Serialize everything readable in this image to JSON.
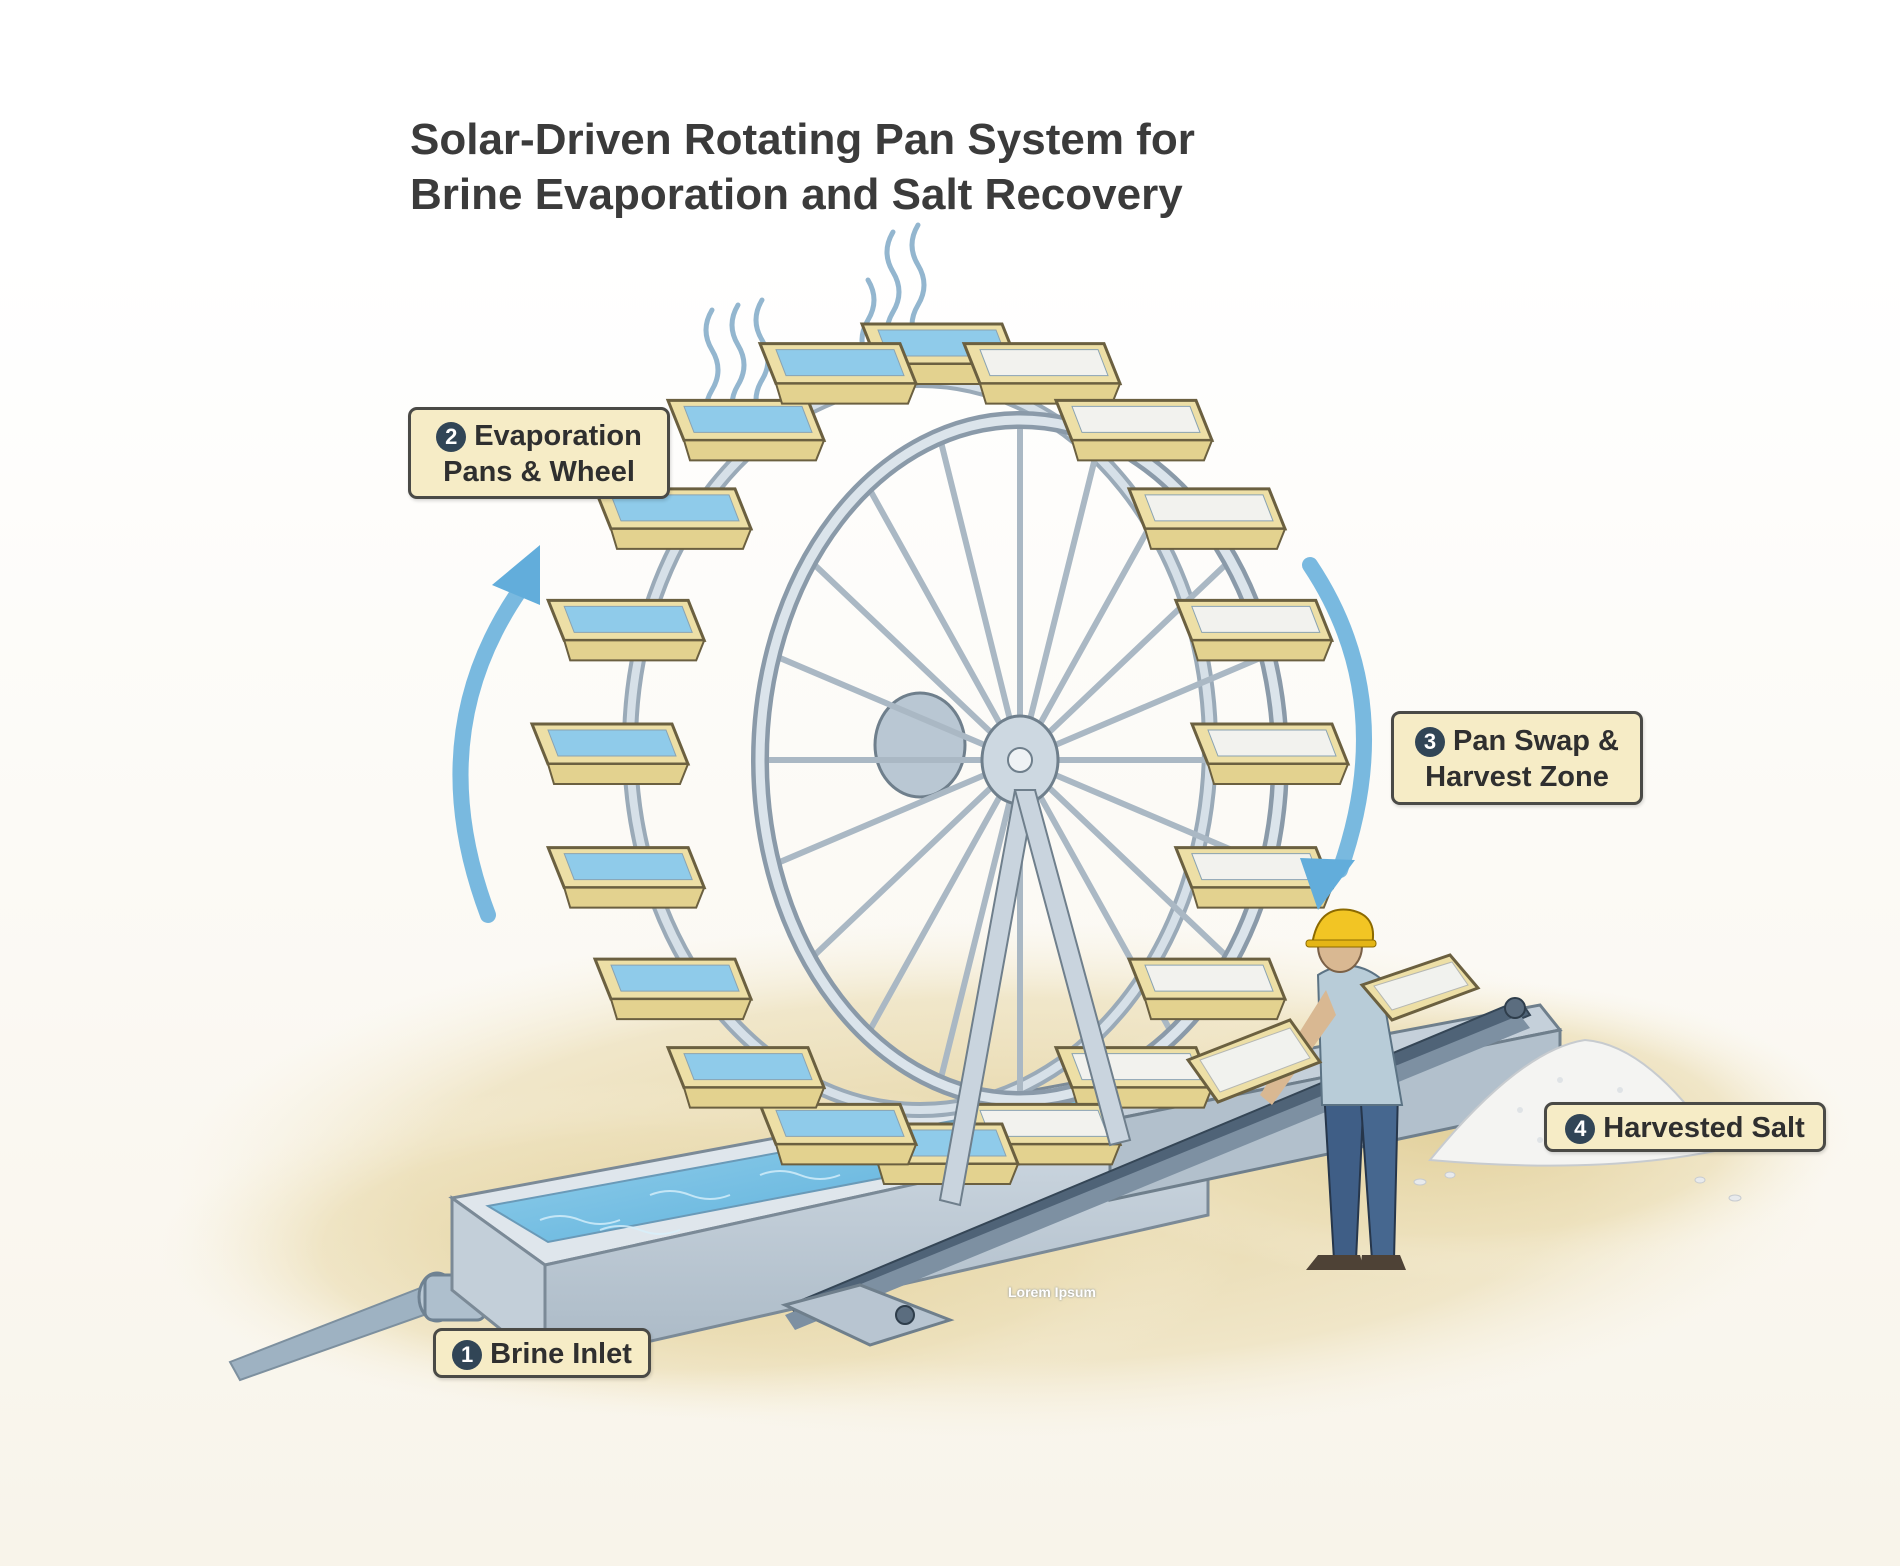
{
  "title": {
    "line1": "Solar-Driven Rotating Pan System for",
    "line2": "Brine Evaporation and Salt Recovery"
  },
  "callouts": [
    {
      "number": "1",
      "lines": [
        "Brine Inlet"
      ]
    },
    {
      "number": "2",
      "lines": [
        "Evaporation",
        "Pans & Wheel"
      ]
    },
    {
      "number": "3",
      "lines": [
        "Pan Swap &",
        "Harvest Zone"
      ]
    },
    {
      "number": "4",
      "lines": [
        "Harvested Salt"
      ]
    }
  ],
  "overlay_text": "Lorem Ipsum",
  "colors": {
    "title": "#3b3b3b",
    "callout_fill": "#f6ecc6",
    "callout_border": "#4a4a46",
    "badge": "#314556",
    "water": "#7cc4e6",
    "frame": "#c8d4df",
    "pan": "#eddfa6",
    "ground": "#e6d6a8",
    "arrow": "#62addb"
  }
}
